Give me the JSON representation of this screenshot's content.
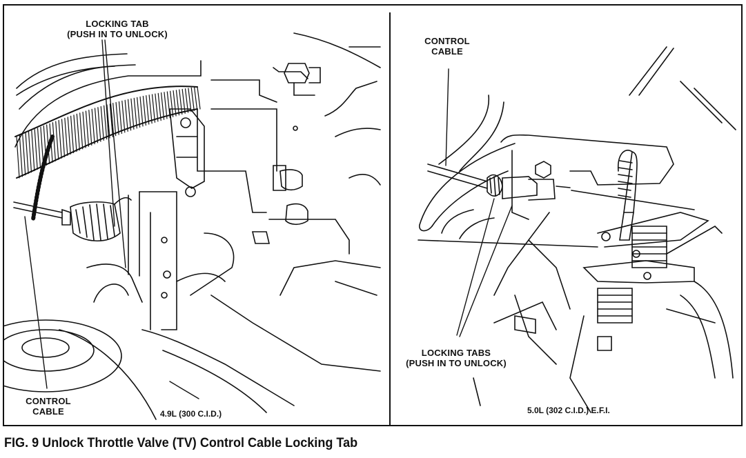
{
  "figure": {
    "caption": "FIG. 9 Unlock Throttle Valve (TV) Control Cable Locking Tab"
  },
  "left_panel": {
    "subtitle": "4.9L (300 C.I.D.)",
    "callouts": {
      "locking_tab_line1": "LOCKING TAB",
      "locking_tab_line2": "(PUSH IN TO UNLOCK)",
      "control_cable_line1": "CONTROL",
      "control_cable_line2": "CABLE"
    }
  },
  "right_panel": {
    "subtitle": "5.0L (302 C.I.D.) E.F.I.",
    "callouts": {
      "control_cable_line1": "CONTROL",
      "control_cable_line2": "CABLE",
      "locking_tabs_line1": "LOCKING TABS",
      "locking_tabs_line2": "(PUSH IN TO UNLOCK)"
    }
  },
  "colors": {
    "ink": "#111111",
    "paper": "#ffffff"
  }
}
